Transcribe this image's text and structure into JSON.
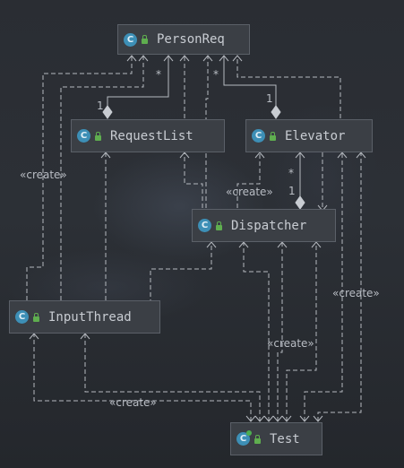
{
  "nodes": {
    "person_req": {
      "name": "PersonReq"
    },
    "request_list": {
      "name": "RequestList"
    },
    "elevator": {
      "name": "Elevator"
    },
    "dispatcher": {
      "name": "Dispatcher"
    },
    "input_thread": {
      "name": "InputThread"
    },
    "test": {
      "name": "Test"
    }
  },
  "class_icon_glyph": "C",
  "edge_labels": {
    "create": "«create»",
    "many": "*",
    "one": "1"
  },
  "colors": {
    "class_icon": "#3d8fb6",
    "visibility_icon": "#5fae4f",
    "edge": "#b5b9bf"
  }
}
